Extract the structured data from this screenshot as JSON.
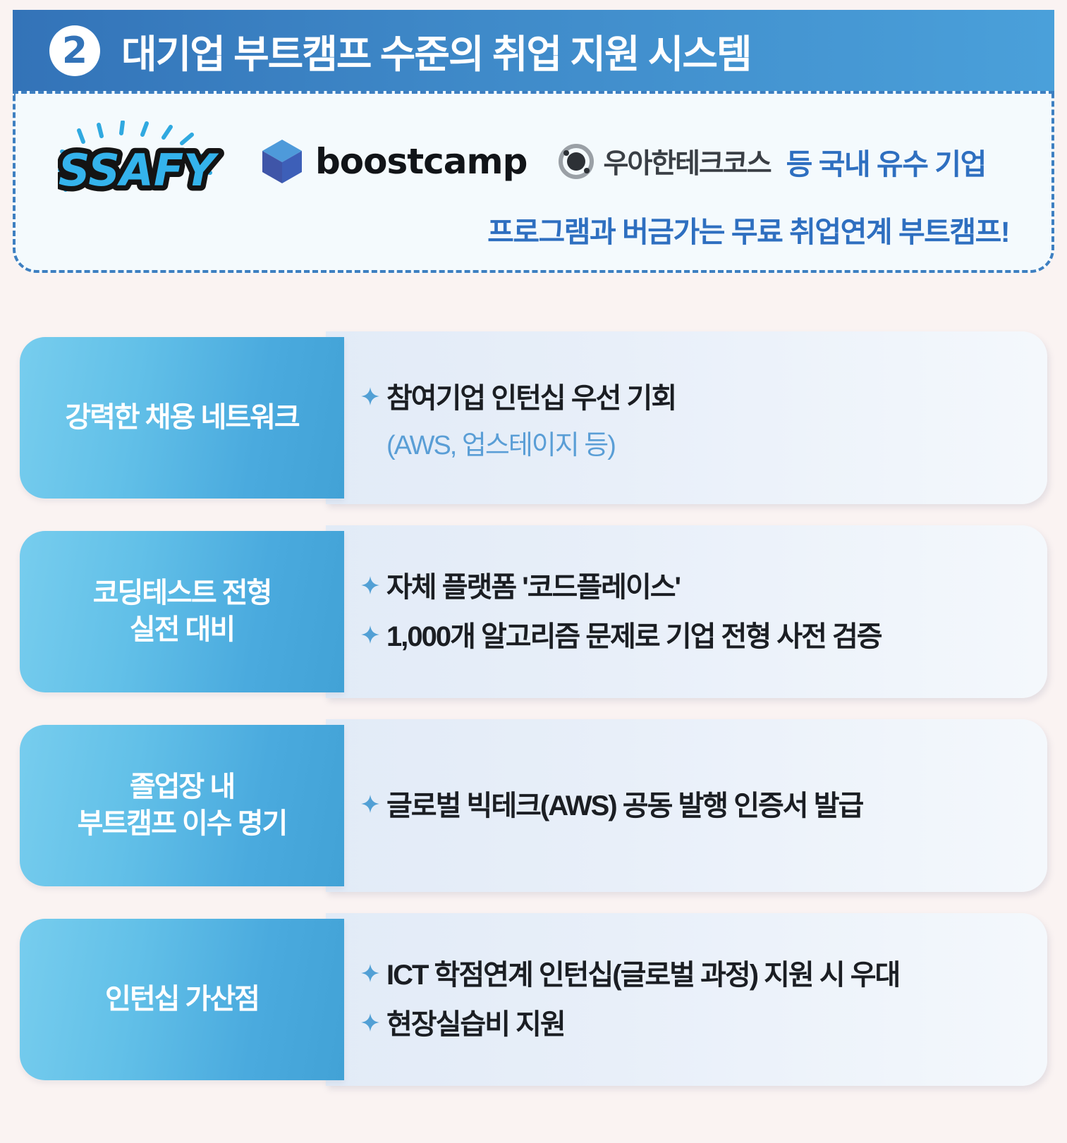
{
  "header": {
    "badge_number": "2",
    "title": "대기업 부트캠프 수준의 취업 지원 시스템",
    "bg_color_start": "#3373b8",
    "bg_color_end": "#4aa0da"
  },
  "banner": {
    "logos": [
      {
        "name": "ssafy-logo",
        "text": "SSAFY"
      },
      {
        "name": "boostcamp-logo",
        "text": "boostcamp"
      },
      {
        "name": "woowahan-techcourse-logo",
        "text": "우아한테크코스"
      }
    ],
    "line1_tail": "등 국내 유수 기업",
    "line2": "프로그램과 버금가는 무료 취업연계 부트캠프!",
    "text_color": "#2e6fc0",
    "bg_color": "#f4fafd",
    "border_color": "#3d7fc1"
  },
  "cards": [
    {
      "label": "강력한 채용 네트워크",
      "bullets": [
        {
          "text": "참여기업 인턴십 우선 기회",
          "sub": "(AWS, 업스테이지 등)"
        }
      ]
    },
    {
      "label": "코딩테스트 전형\n실전 대비",
      "bullets": [
        {
          "text": "자체 플랫폼 '코드플레이스'",
          "sub": ""
        },
        {
          "text": "1,000개 알고리즘 문제로 기업 전형 사전 검증",
          "sub": ""
        }
      ]
    },
    {
      "label": "졸업장 내\n부트캠프 이수 명기",
      "bullets": [
        {
          "text": "글로벌 빅테크(AWS) 공동 발행 인증서 발급",
          "sub": ""
        }
      ]
    },
    {
      "label": "인턴십 가산점",
      "bullets": [
        {
          "text": "ICT 학점연계 인턴십(글로벌 과정) 지원 시 우대",
          "sub": ""
        },
        {
          "text": "현장실습비 지원",
          "sub": ""
        }
      ]
    }
  ],
  "colors": {
    "page_bg": "#faf3f2",
    "label_gradient_start": "#77cdee",
    "label_gradient_end": "#42a2d6",
    "panel_bg_start": "#e2ebf7",
    "panel_bg_end": "#f4f8fc",
    "bullet_color": "#52a0d5",
    "sub_text_color": "#5a9ed6"
  }
}
